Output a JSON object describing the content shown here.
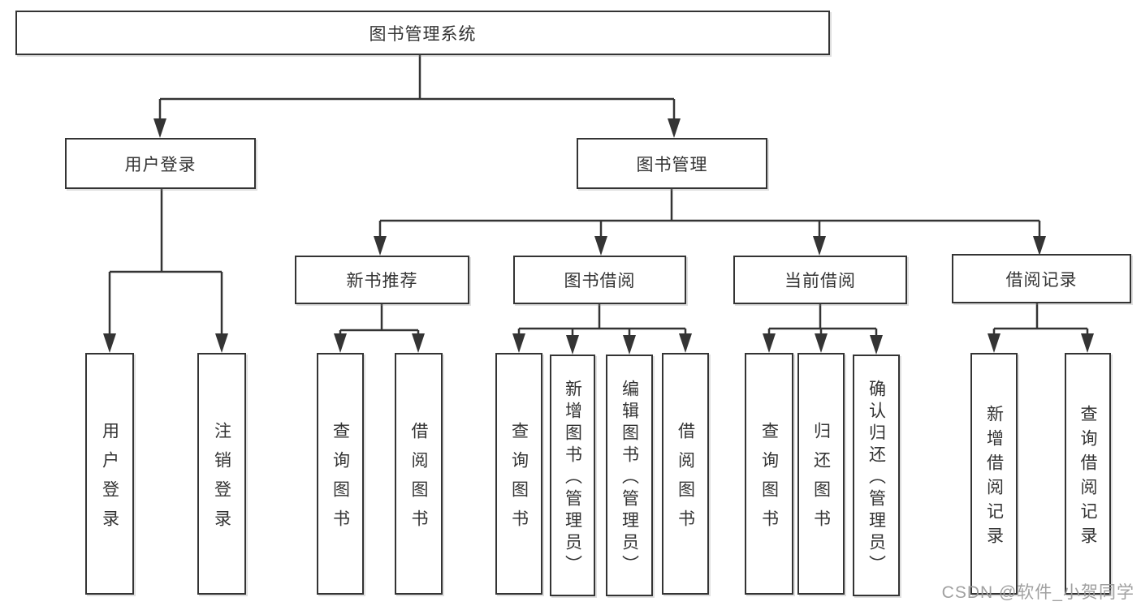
{
  "nodes": {
    "root": "图书管理系统",
    "user_login": "用户登录",
    "book_mgmt": "图书管理",
    "new_book_rec": "新书推荐",
    "book_borrow": "图书借阅",
    "current_borrow": "当前借阅",
    "borrow_records": "借阅记录",
    "leaf_user_login": "用户登录",
    "leaf_logout": "注销登录",
    "leaf_query_book_rec": "查询图书",
    "leaf_borrow_book_rec": "借阅图书",
    "leaf_query_book_borrow": "查询图书",
    "leaf_add_book": "新增图书（管理员）",
    "leaf_edit_book": "编辑图书（管理员）",
    "leaf_borrow_book_borrow": "借阅图书",
    "leaf_query_book_current": "查询图书",
    "leaf_return_book": "归还图书",
    "leaf_confirm_return": "确认归还（管理员）",
    "leaf_add_record": "新增借阅记录",
    "leaf_query_record": "查询借阅记录"
  },
  "watermark": {
    "text": "CSDN @软件_小贺同学"
  },
  "colors": {
    "line": "#343434",
    "text": "#333333",
    "watermark": "#9b9b9b",
    "background": "#ffffff"
  }
}
